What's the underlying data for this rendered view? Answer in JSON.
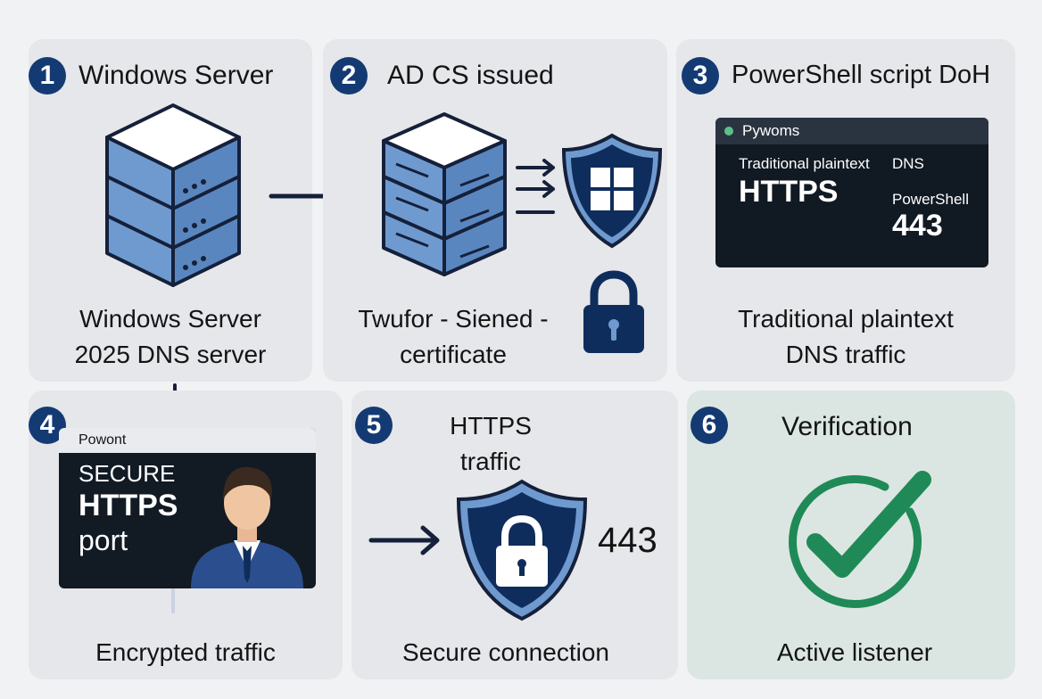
{
  "steps": [
    {
      "number": "1",
      "title": "Windows Server",
      "caption_line1": "Windows Server",
      "caption_line2": "2025 DNS server"
    },
    {
      "number": "2",
      "title": "AD CS issued",
      "caption_line1": "Twufor - Siened -",
      "caption_line2": "certificate"
    },
    {
      "number": "3",
      "title": "PowerShell script DoH",
      "caption_line1": "Traditional plaintext",
      "caption_line2": "DNS traffic"
    },
    {
      "number": "4",
      "caption": "Encrypted traffic"
    },
    {
      "number": "5",
      "title_line1": "HTTPS",
      "title_line2": "traffic",
      "caption": "Secure connection",
      "port": "443"
    },
    {
      "number": "6",
      "title": "Verification",
      "caption": "Active listener"
    }
  ],
  "terminal3": {
    "window_title": "Pywoms",
    "label_left": "Traditional plaintext",
    "label_right": "DNS",
    "protocol": "HTTPS",
    "shell": "PowerShell",
    "port": "443"
  },
  "terminal4": {
    "window_title": "Powont",
    "line1": "SECURE",
    "line2": "HTTPS",
    "line3": "port"
  },
  "icons": {
    "server-icon": "server",
    "shield-windows-icon": "shield with windows logo",
    "lock-icon": "padlock",
    "user-avatar-icon": "person in suit",
    "shield-lock-icon": "shield with padlock",
    "check-circle-icon": "green check mark"
  },
  "colors": {
    "badge": "#143a73",
    "server_blue": "#6f9ad0",
    "navy": "#0f2d5c",
    "check_green": "#1f8a57",
    "panel": "#e6e7ea",
    "panel_green": "#dbe6e2"
  }
}
